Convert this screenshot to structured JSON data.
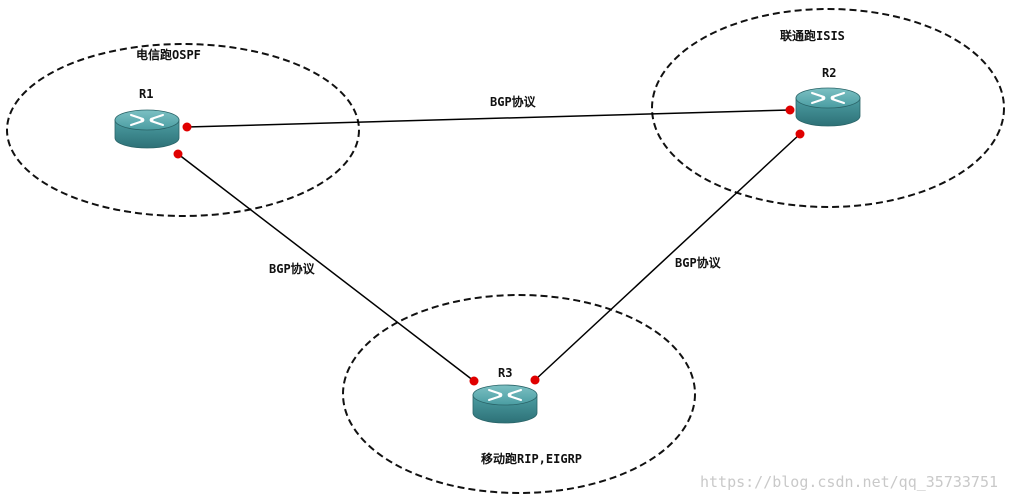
{
  "domains": [
    {
      "id": "telecom",
      "label": "电信跑OSPF"
    },
    {
      "id": "unicom",
      "label": "联通跑ISIS"
    },
    {
      "id": "mobile",
      "label": "移动跑RIP,EIGRP"
    }
  ],
  "routers": [
    {
      "id": "r1",
      "name": "R1"
    },
    {
      "id": "r2",
      "name": "R2"
    },
    {
      "id": "r3",
      "name": "R3"
    }
  ],
  "links": [
    {
      "id": "r1-r2",
      "from": "R1",
      "to": "R2",
      "label": "BGP协议"
    },
    {
      "id": "r1-r3",
      "from": "R1",
      "to": "R3",
      "label": "BGP协议"
    },
    {
      "id": "r2-r3",
      "from": "R2",
      "to": "R3",
      "label": "BGP协议"
    }
  ],
  "colors": {
    "router_body": "#3e8f95",
    "router_top": "#5aa9ad",
    "link": "#000000",
    "port": "#e00000"
  },
  "icon": "router-icon",
  "watermark": "https://blog.csdn.net/qq_35733751"
}
